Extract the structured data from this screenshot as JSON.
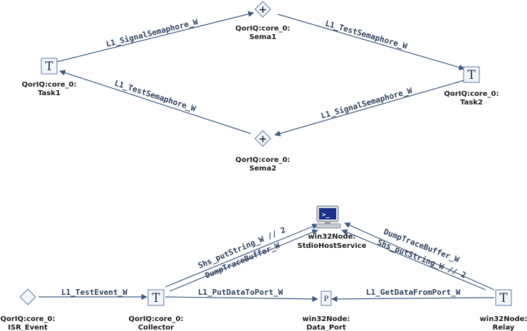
{
  "nodes": {
    "task1": {
      "line1": "QorIQ:core_0:",
      "line2": "Task1"
    },
    "sema1": {
      "line1": "QorIQ:core_0:",
      "line2": "Sema1"
    },
    "task2": {
      "line1": "QorIQ:core_0:",
      "line2": "Task2"
    },
    "sema2": {
      "line1": "QorIQ:core_0:",
      "line2": "Sema2"
    },
    "stdio": {
      "line1": "win32Node:",
      "line2": "StdioHostService"
    },
    "isr": {
      "line1": "QorIQ:core_0:",
      "line2": "ISR_Event"
    },
    "collector": {
      "line1": "QorIQ:core_0:",
      "line2": "Collector"
    },
    "dataport": {
      "line1": "win32Node:",
      "line2": "Data_Port"
    },
    "relay": {
      "line1": "win32Node:",
      "line2": "Relay"
    }
  },
  "icons": {
    "task_letter": "T",
    "port_letter": "P",
    "semaphore_symbol": "+",
    "terminal_prompt": ">_",
    "colors": {
      "edge": "#3d5a80",
      "label": "#2c3e5c",
      "icon_border": "#5a7aa6",
      "terminal": "#1d2f8a"
    }
  },
  "edges": {
    "task1_sema1": "L1_SignalSemaphore_W",
    "sema1_task2": "L1_TestSemaphore_W",
    "task2_sema2": "L1_SignalSemaphore_W",
    "sema2_task1": "L1_TestSemaphore_W",
    "isr_collector": "L1_TestEvent_W",
    "collector_dataport": "L1_PutDataToPort_W",
    "relay_dataport": "L1_GetDataFromPort_W",
    "collector_stdio_put": "Shs_putString_W // 2",
    "collector_stdio_dump": "DumpTraceBuffer_W",
    "relay_stdio_dump": "DumpTraceBuffer_W",
    "relay_stdio_put": "Shs_putString_W // 2"
  }
}
